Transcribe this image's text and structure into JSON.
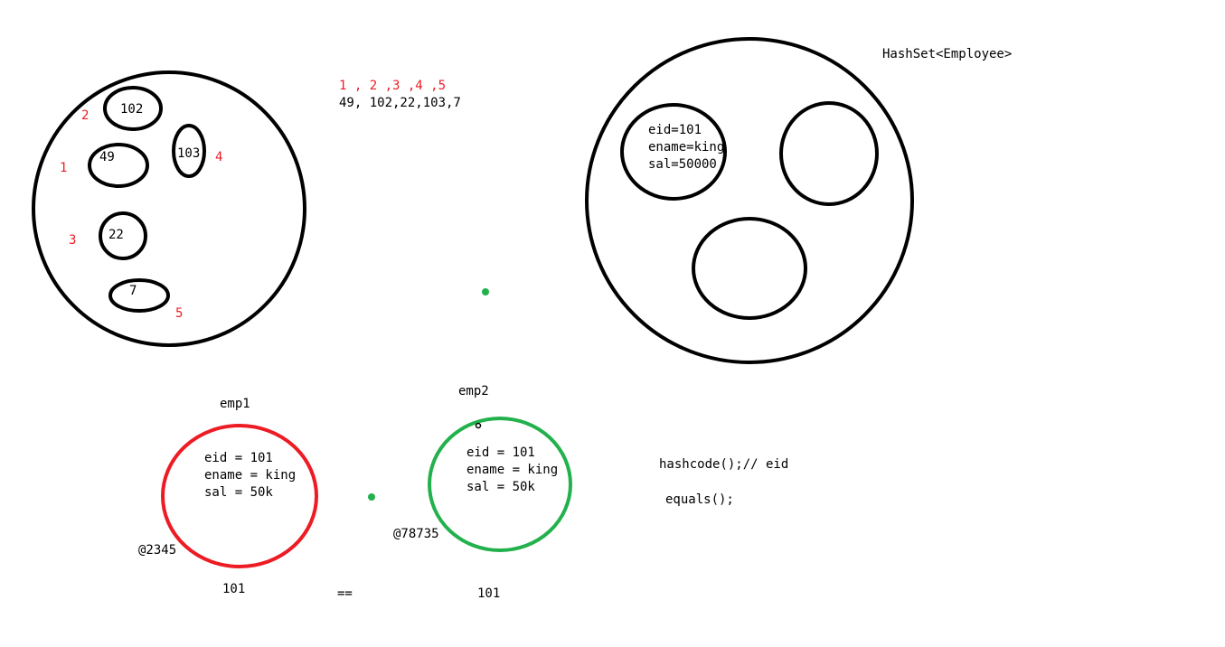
{
  "colors": {
    "ink": "#000000",
    "red": "#ed1c24",
    "green": "#22b14c"
  },
  "set_diagram": {
    "items": [
      {
        "value": "102",
        "index": "2"
      },
      {
        "value": "49",
        "index": "1"
      },
      {
        "value": "103",
        "index": "4"
      },
      {
        "value": "22",
        "index": "3"
      },
      {
        "value": "7",
        "index": "5"
      }
    ],
    "insertion_order": "1 , 2 ,3 ,4 ,5",
    "values_line": "49, 102,22,103,7"
  },
  "hashset": {
    "title": "HashSet<Employee>",
    "entry": {
      "eid": "eid=101",
      "ename": "ename=king",
      "sal": "sal=50000"
    }
  },
  "emp1": {
    "label": "emp1",
    "eid": "eid = 101",
    "ename": "ename = king",
    "sal": "sal = 50k",
    "address": "@2345",
    "hash": "101"
  },
  "emp2": {
    "label": "emp2",
    "eid": "eid = 101",
    "ename": "ename = king",
    "sal": "sal = 50k",
    "address": "@78735",
    "hash": "101"
  },
  "compare": "==",
  "methods": {
    "hashcode": "hashcode();// eid",
    "equals": "equals();"
  }
}
